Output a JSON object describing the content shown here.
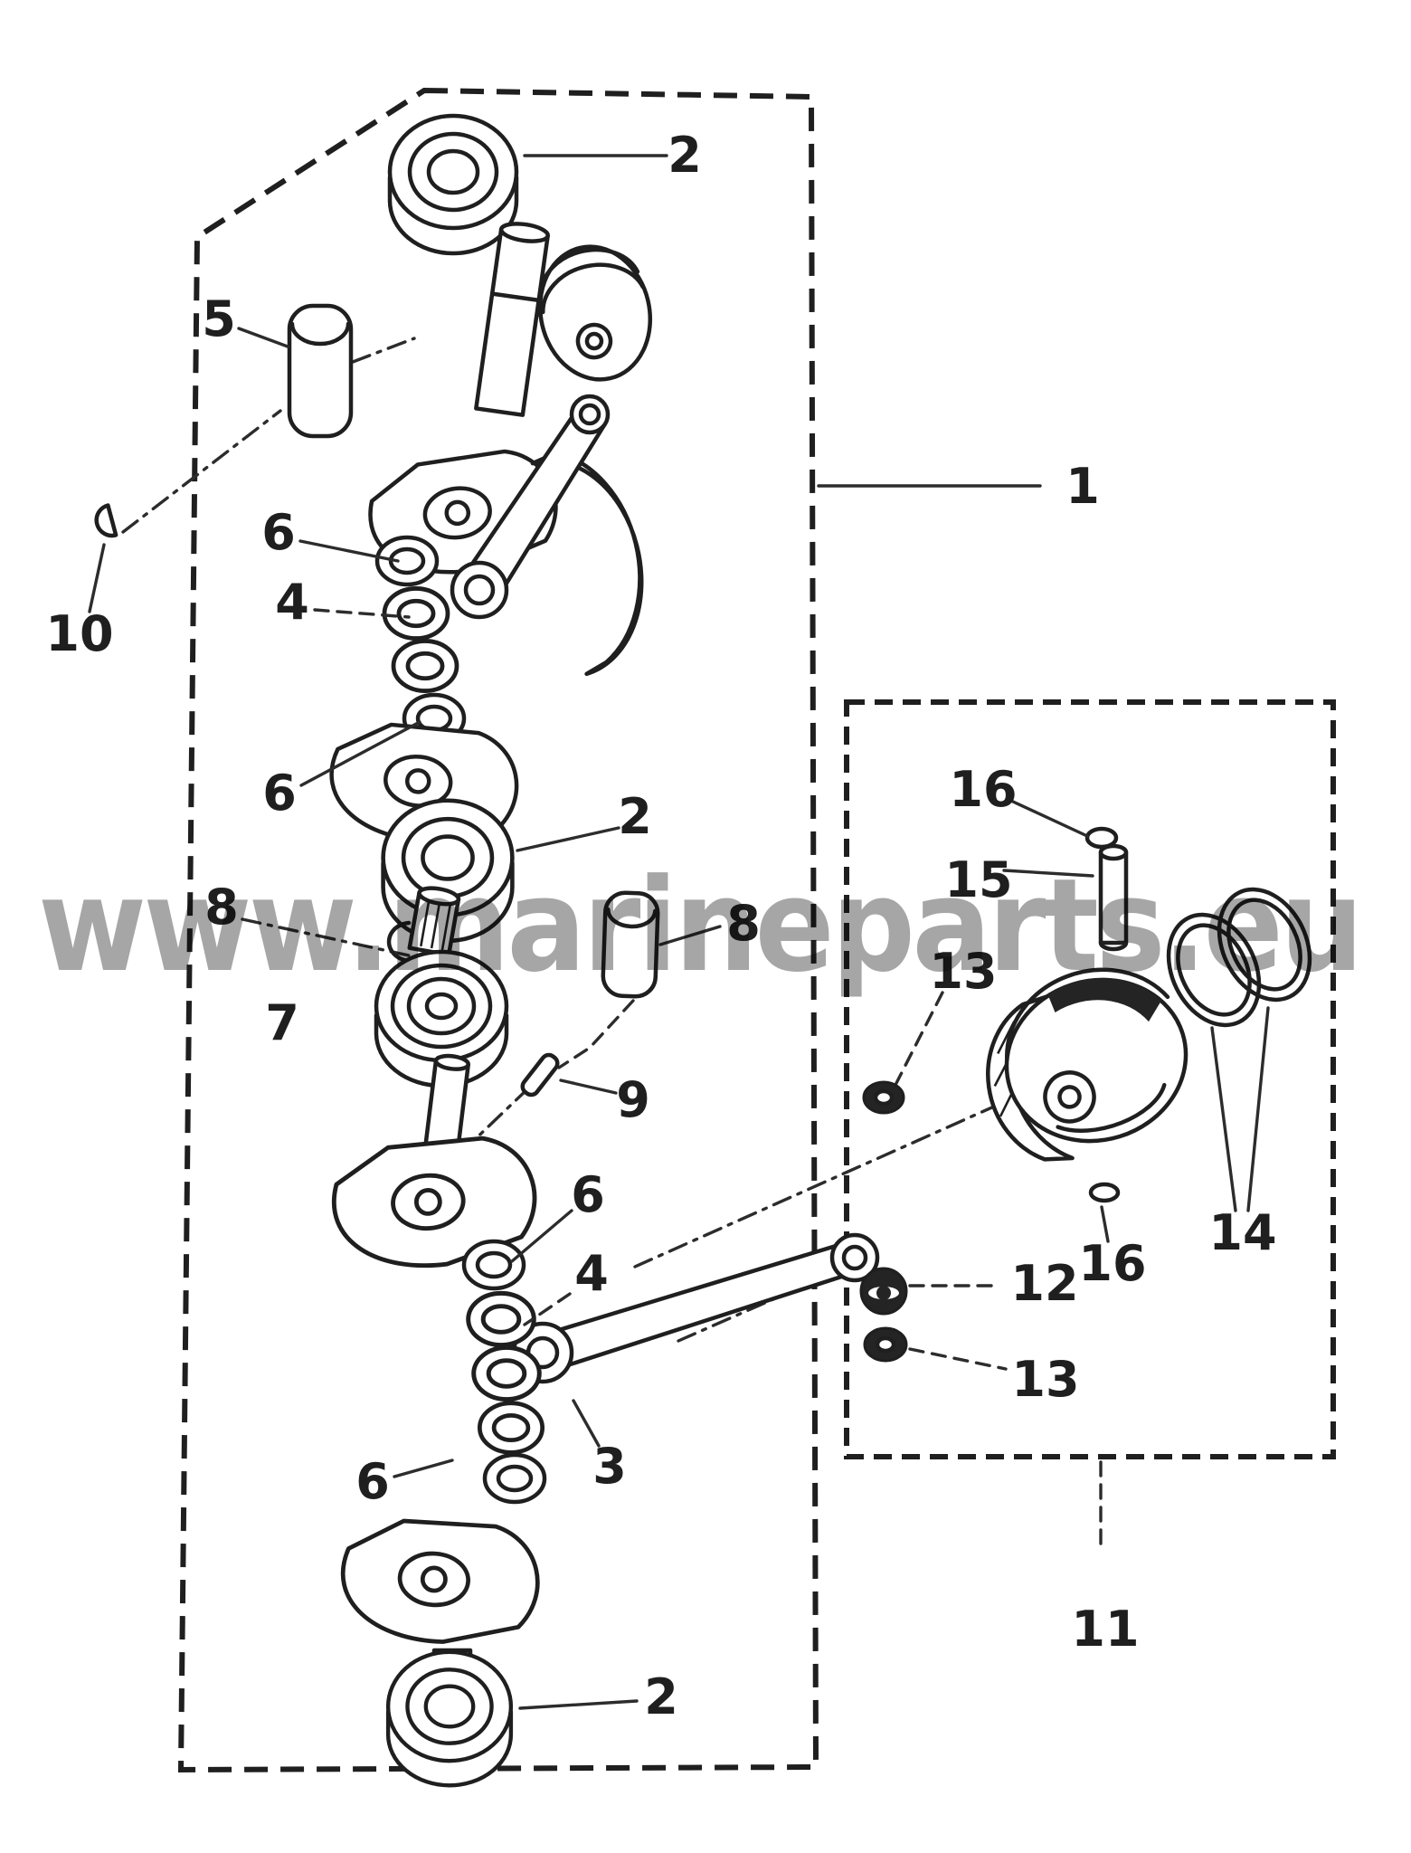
{
  "watermark": {
    "text": "www.marineparts.eu",
    "color": "#a6a6a6"
  },
  "colors": {
    "background": "#ffffff",
    "line": "#1f1f1f",
    "watermark": "#a6a6a6"
  },
  "diagram": {
    "kind": "exploded-parts-diagram",
    "group_boxes": [
      {
        "callout": "1",
        "description_visible_number_only": "1"
      },
      {
        "callout": "11",
        "description_visible_number_only": "11"
      }
    ],
    "callouts": [
      {
        "n": "2"
      },
      {
        "n": "5"
      },
      {
        "n": "10"
      },
      {
        "n": "6"
      },
      {
        "n": "4"
      },
      {
        "n": "6"
      },
      {
        "n": "1"
      },
      {
        "n": "2"
      },
      {
        "n": "8"
      },
      {
        "n": "8"
      },
      {
        "n": "7"
      },
      {
        "n": "9"
      },
      {
        "n": "6"
      },
      {
        "n": "4"
      },
      {
        "n": "3"
      },
      {
        "n": "6"
      },
      {
        "n": "2"
      },
      {
        "n": "16"
      },
      {
        "n": "15"
      },
      {
        "n": "13"
      },
      {
        "n": "14"
      },
      {
        "n": "16"
      },
      {
        "n": "12"
      },
      {
        "n": "13"
      },
      {
        "n": "11"
      }
    ]
  }
}
